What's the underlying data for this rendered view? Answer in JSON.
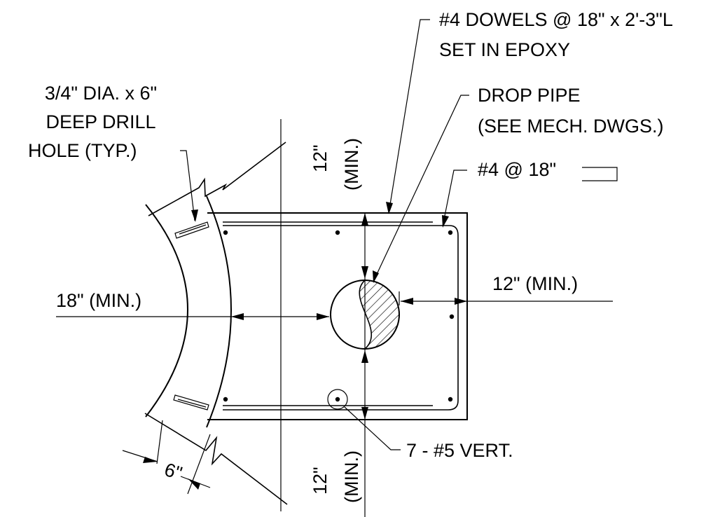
{
  "labels": {
    "dowels_line1": "#4 DOWELS @ 18\" x 2'-3\"L",
    "dowels_line2": "SET IN EPOXY",
    "drill_line1": "3/4\" DIA. x 6\"",
    "drill_line2": "DEEP DRILL",
    "drill_line3": "HOLE (TYP.)",
    "drop_pipe_line1": "DROP PIPE",
    "drop_pipe_line2": "(SEE MECH. DWGS.)",
    "tie_bars": "#4 @ 18\"",
    "vert_bars": "7 - #5 VERT.",
    "dim_top_value": "12\"",
    "dim_top_min": "(MIN.)",
    "dim_bottom_value": "12\"",
    "dim_bottom_min": "(MIN.)",
    "dim_left": "18\" (MIN.)",
    "dim_right": "12\" (MIN.)",
    "dim_wall": "6\""
  }
}
